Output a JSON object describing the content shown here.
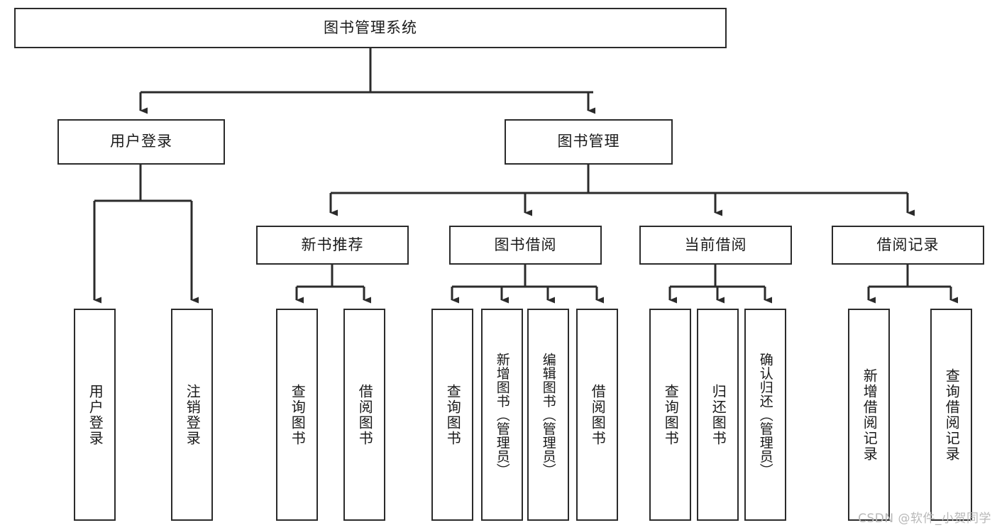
{
  "diagram": {
    "title_node": {
      "label": "图书管理系统"
    },
    "level2": [
      {
        "label": "用户登录"
      },
      {
        "label": "图书管理"
      }
    ],
    "level3": [
      {
        "label": "新书推荐"
      },
      {
        "label": "图书借阅"
      },
      {
        "label": "当前借阅"
      },
      {
        "label": "借阅记录"
      }
    ],
    "leaves": {
      "user_login": [
        {
          "label": "用户登录"
        },
        {
          "label": "注销登录"
        }
      ],
      "new_book_recommend": [
        {
          "label": "查询图书"
        },
        {
          "label": "借阅图书"
        }
      ],
      "book_borrow": [
        {
          "label": "查询图书"
        },
        {
          "label": "新增图书（管理员）"
        },
        {
          "label": "编辑图书（管理员）"
        },
        {
          "label": "借阅图书"
        }
      ],
      "current_borrow": [
        {
          "label": "查询图书"
        },
        {
          "label": "归还图书"
        },
        {
          "label": "确认归还（管理员）"
        }
      ],
      "borrow_record": [
        {
          "label": "新增借阅记录"
        },
        {
          "label": "查询借阅记录"
        }
      ]
    },
    "watermark": "CSDN @软件_小贺同学",
    "colors": {
      "box_border": "#2b2b2b",
      "box_fill": "#ffffff",
      "edge": "#2b2b2b",
      "text": "#1a1a1a",
      "watermark": "#b8b8b8",
      "background": "#ffffff"
    }
  }
}
